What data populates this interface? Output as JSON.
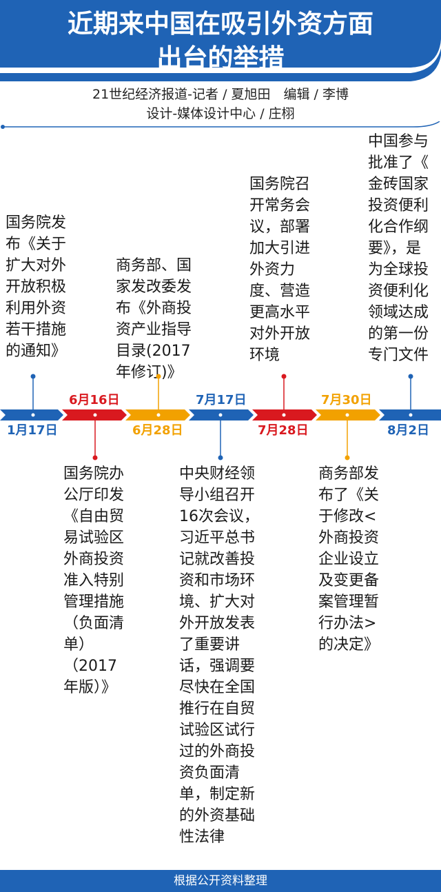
{
  "title": {
    "line1": "近期来中国在吸引外资方面",
    "line2": "出台的举措"
  },
  "credits": {
    "line1": "21世纪经济报道-记者 / 夏旭田　编辑 / 李博",
    "line2": "设计-媒体设计中心 / 庄栩"
  },
  "colors": {
    "blue": "#1f63b5",
    "red": "#d9191f",
    "orange": "#f2a100"
  },
  "timeline": [
    {
      "date": "1月17日",
      "color": "blue",
      "lines": [
        "国务院发",
        "布《关于",
        "扩大对外",
        "开放积极",
        "利用外资",
        "若干措施",
        "的通知》"
      ]
    },
    {
      "date": "6月16日",
      "color": "red",
      "lines": [
        "国务院办",
        "公厅印发",
        "《自由贸",
        "易试验区",
        "外商投资",
        "准入特别",
        "管理措施",
        "（负面清",
        "单）",
        "（2017",
        "年版）》"
      ]
    },
    {
      "date": "6月28日",
      "color": "orange",
      "lines": [
        "商务部、国",
        "家发改委发",
        "布《外商投",
        "资产业指导",
        "目录(2017",
        "年修订)》"
      ]
    },
    {
      "date": "7月17日",
      "color": "blue",
      "lines": [
        "中央财经领",
        "导小组召开",
        "16次会议，",
        "习近平总书",
        "记就改善投",
        "资和市场环",
        "境、扩大对",
        "外开放发表",
        "了重要讲",
        "话，强调要",
        "尽快在全国",
        "推行在自贸",
        "试验区试行",
        "过的外商投",
        "资负面清",
        "单，制定新",
        "的外资基础",
        "性法律"
      ]
    },
    {
      "date": "7月28日",
      "color": "red",
      "lines": [
        "国务院召",
        "开常务会",
        "议，部署",
        "加大引进",
        "外资力",
        "度、营造",
        "更高水平",
        "对外开放",
        "环境"
      ]
    },
    {
      "date": "7月30日",
      "color": "orange",
      "lines": [
        "商务部发",
        "布了《关",
        "于修改<",
        "外商投资",
        "企业设立",
        "及变更备",
        "案管理暂",
        "行办法>",
        "的决定》"
      ]
    },
    {
      "date": "8月2日",
      "color": "blue",
      "lines": [
        "中国参与",
        "批准了《",
        "金砖国家",
        "投资便利",
        "化合作纲",
        "要》，是",
        "为全球投",
        "资便利化",
        "领域达成",
        "的第一份",
        "专门文件"
      ]
    }
  ],
  "footer": "根据公开资料整理"
}
